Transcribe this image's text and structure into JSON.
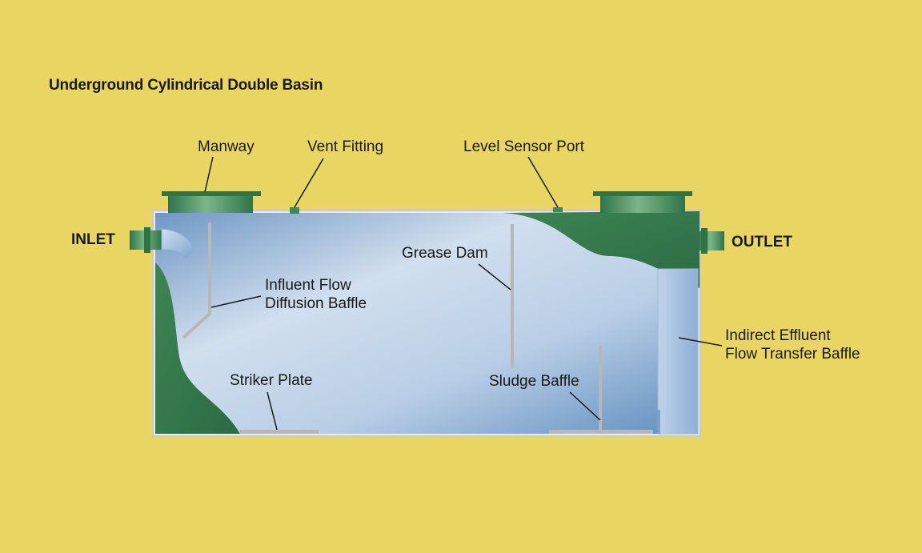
{
  "title": "Underground Cylindrical Double Basin",
  "labels": {
    "manway": "Manway",
    "vent_fitting": "Vent Fitting",
    "level_sensor_port": "Level Sensor Port",
    "inlet": "INLET",
    "outlet": "OUTLET",
    "grease_dam": "Grease Dam",
    "influent_baffle_line1": "Influent Flow",
    "influent_baffle_line2": "Diffusion Baffle",
    "indirect_baffle_line1": "Indirect Effluent",
    "indirect_baffle_line2": "Flow Transfer Baffle",
    "striker_plate": "Striker Plate",
    "sludge_baffle": "Sludge Baffle"
  },
  "colors": {
    "background": "#E9D562",
    "tank_green": "#3F8A55",
    "tank_green_light": "#6FAF7E",
    "water_light": "#D3E0EE",
    "water_mid": "#A9C3E0",
    "water_dark": "#5F8FBF",
    "outline": "#CFCFCF"
  }
}
